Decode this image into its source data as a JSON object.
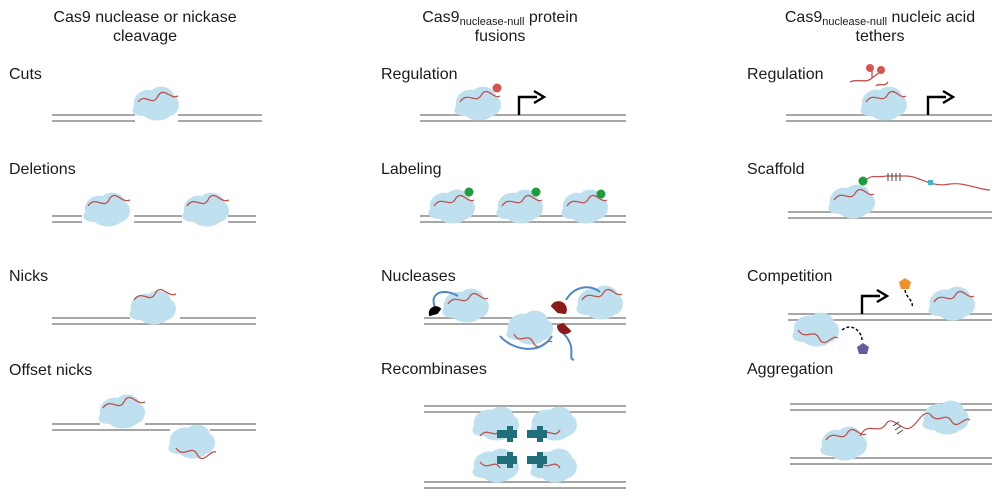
{
  "columns": [
    {
      "title": "Cas9 nuclease or nickase",
      "title_line2": "cleavage",
      "panels": [
        "Cuts",
        "Deletions",
        "Nicks",
        "Offset nicks"
      ]
    },
    {
      "title_pre": "Cas9",
      "title_sub": "nuclease-null",
      "title_post": " protein",
      "title_line2": "fusions",
      "panels": [
        "Regulation",
        "Labeling",
        "Nucleases",
        "Recombinases"
      ]
    },
    {
      "title_pre": "Cas9",
      "title_sub": "nuclease-null",
      "title_post": " nucleic acid",
      "title_line2": "tethers",
      "panels": [
        "Regulation",
        "Scaffold",
        "Competition",
        "Aggregation"
      ]
    }
  ],
  "colors": {
    "cas9": "#bfe0ef",
    "dna": "#8a8a8a",
    "rna": "#c0504d",
    "activator": "#d9534f",
    "label_dot": "#1e9e3a",
    "nuclease_dark": "#8b1a1a",
    "nuclease_black": "#000000",
    "linker_blue": "#4f86c6",
    "recombinase": "#1f6e7a",
    "orange_pentagon": "#f0902a",
    "purple_pentagon": "#6a5a9c",
    "cyan_square": "#3fb7c9"
  }
}
